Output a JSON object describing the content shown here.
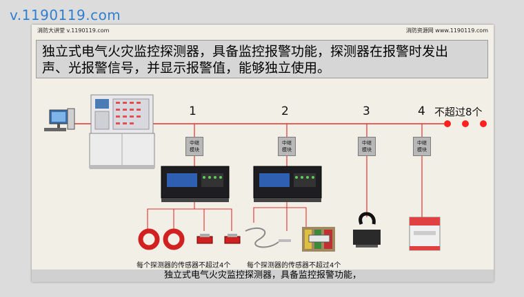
{
  "site_watermark": "v.1190119.com",
  "slide": {
    "header_left": "消防大讲堂 v.1190119.com",
    "header_right": "消防资源网 www.1190119.com",
    "title_line1": "独立式电气火灾监控探测器，具备监控报警功能，探测器在报警时发出",
    "title_line2": "声、光报警信号，并显示报警值，能够独立使用。",
    "branch_numbers": [
      "1",
      "2",
      "3",
      "4"
    ],
    "limit_label": "不超过8个",
    "relay_label_line1": "中继",
    "relay_label_line2": "模块",
    "caption_left": "每个探测器的传感器不超过4个",
    "caption_right": "每个探测器的传感器不超过4个",
    "bottom_caption": "独立式电气火灾监控探测器，具备监控报警功能，"
  },
  "colors": {
    "bus_line": "#e03030",
    "dot": "#ff2020",
    "watermark": "#2f7fd0"
  }
}
